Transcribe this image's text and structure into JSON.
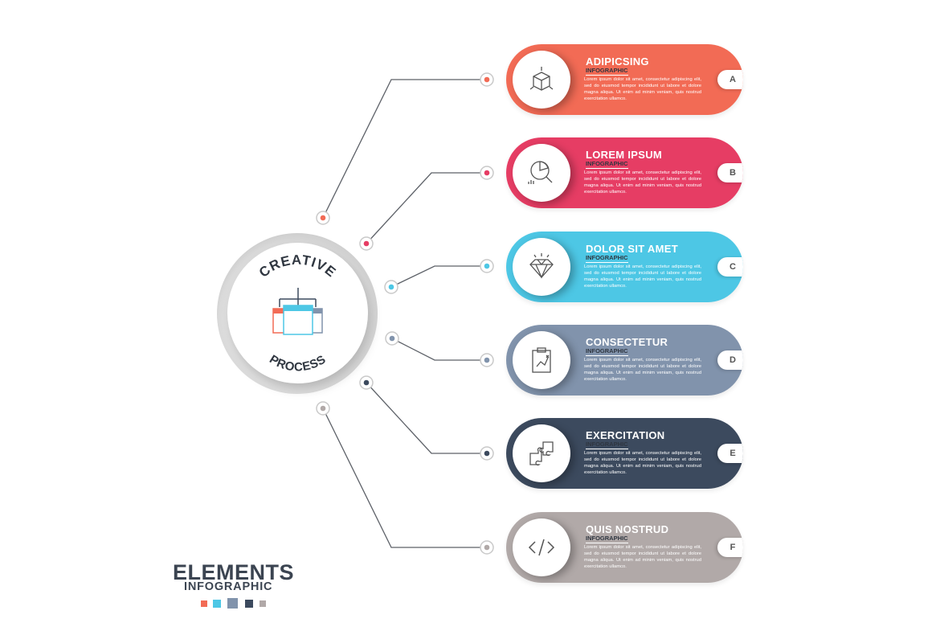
{
  "hub": {
    "top_text": "CREATIVE",
    "bottom_text": "PROCESS",
    "icon": "sitemap-windows-icon"
  },
  "cards": [
    {
      "letter": "A",
      "title": "ADIPICSING",
      "subtitle": "INFOGRAPHIC",
      "color": "#f26b55",
      "icon": "cube-icon",
      "text": "Lorem ipsum dolor sit amet, consectetur adipiscing elit, sed do eiusmod tempor incididunt ut labore et dolore magna aliqua. Ut enim ad minim veniam, quis nostrud exercitation ullamco."
    },
    {
      "letter": "B",
      "title": "LOREM IPSUM",
      "subtitle": "INFOGRAPHIC",
      "color": "#e63d64",
      "icon": "magnifier-chart-icon",
      "text": "Lorem ipsum dolor sit amet, consectetur adipiscing elit, sed do eiusmod tempor incididunt ut labore et dolore magna aliqua. Ut enim ad minim veniam, quis nostrud exercitation ullamco."
    },
    {
      "letter": "C",
      "title": "DOLOR SIT AMET",
      "subtitle": "INFOGRAPHIC",
      "color": "#4dc7e5",
      "icon": "diamond-icon",
      "text": "Lorem ipsum dolor sit amet, consectetur adipiscing elit, sed do eiusmod tempor incididunt ut labore et dolore magna aliqua. Ut enim ad minim veniam, quis nostrud exercitation ullamco."
    },
    {
      "letter": "D",
      "title": "CONSECTETUR",
      "subtitle": "INFOGRAPHIC",
      "color": "#8193ac",
      "icon": "clipboard-strategy-icon",
      "text": "Lorem ipsum dolor sit amet, consectetur adipiscing elit, sed do eiusmod tempor incididunt ut labore et dolore magna aliqua. Ut enim ad minim veniam, quis nostrud exercitation ullamco."
    },
    {
      "letter": "E",
      "title": "EXERCITATION",
      "subtitle": "INFOGRAPHIC",
      "color": "#3c4a5e",
      "icon": "puzzle-icon",
      "text": "Lorem ipsum dolor sit amet, consectetur adipiscing elit, sed do eiusmod tempor incididunt ut labore et dolore magna aliqua. Ut enim ad minim veniam, quis nostrud exercitation ullamco."
    },
    {
      "letter": "F",
      "title": "QUIS NOSTRUD",
      "subtitle": "INFOGRAPHIC",
      "color": "#b1a9a8",
      "icon": "code-icon",
      "text": "Lorem ipsum dolor sit amet, consectetur adipiscing elit, sed do eiusmod tempor incididunt ut labore et dolore magna aliqua. Ut enim ad minim veniam, quis nostrud exercitation ullamco."
    }
  ],
  "logo": {
    "title": "ELEMENTS",
    "subtitle": "INFOGRAPHIC",
    "dot_colors": [
      "#f26b55",
      "#4dc7e5",
      "#8193ac",
      "#3c4a5e",
      "#b1a9a8"
    ]
  },
  "line_color": "#5d6168"
}
